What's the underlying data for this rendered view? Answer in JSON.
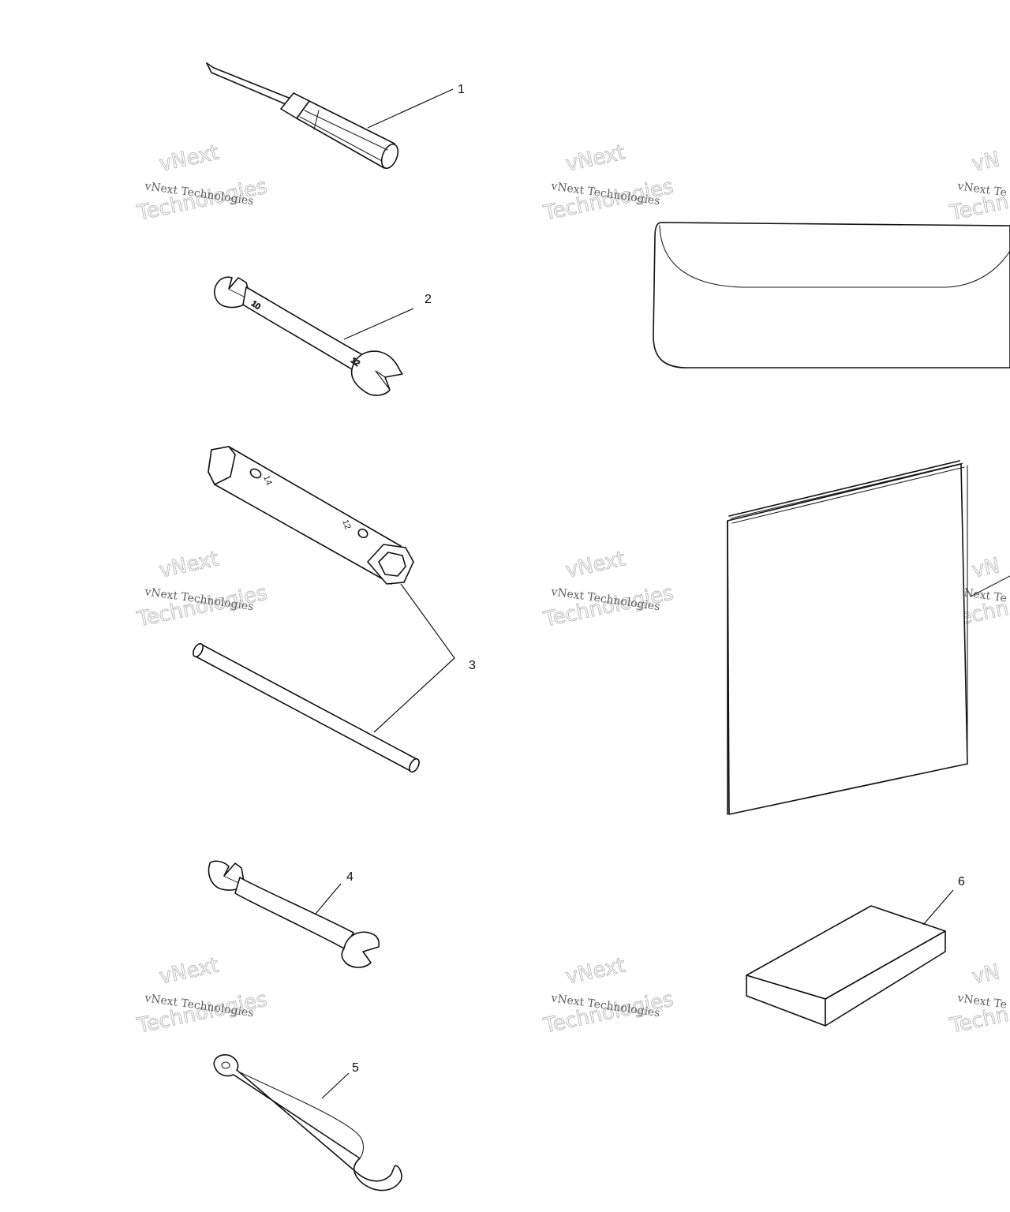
{
  "callouts": {
    "c1": "1",
    "c2": "2",
    "c3": "3",
    "c4": "4",
    "c5": "5",
    "c6": "6"
  },
  "parts": {
    "open_wrench_sizes": {
      "small_end": "10",
      "large_end": "12"
    },
    "box_wrench_sizes": {
      "large_end": "14",
      "small_end": "12"
    }
  },
  "watermark": {
    "brand_large": "vNext",
    "company": "vNext Technologies",
    "word_large": "Technologies",
    "partial_company": "vNext Te",
    "partial_brand": "vN",
    "partial_word": "Techn",
    "color": "#9a9a9a"
  }
}
